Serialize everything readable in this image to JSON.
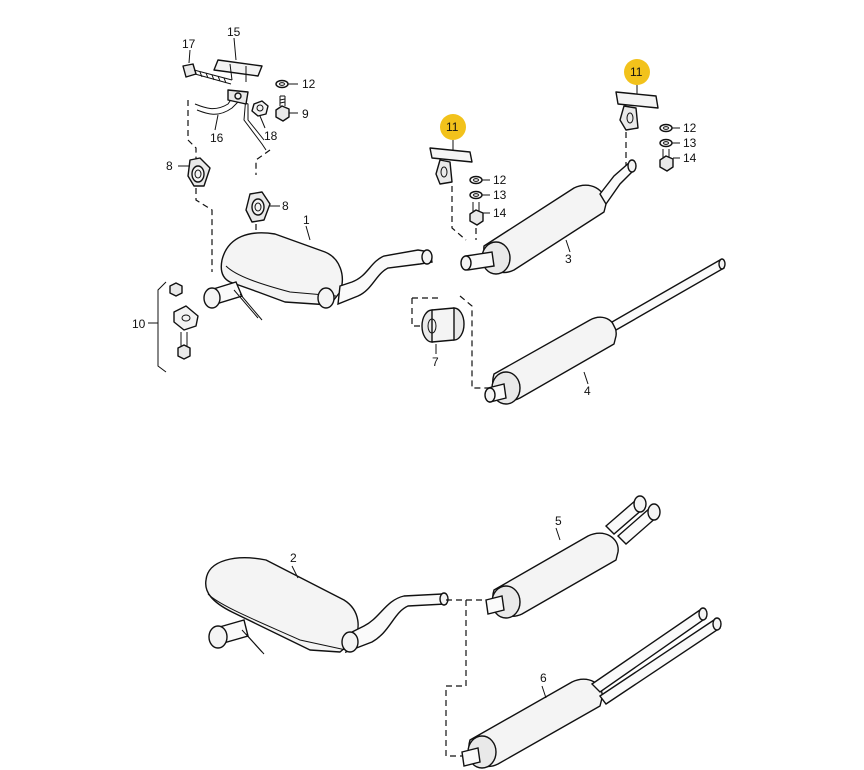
{
  "labels": {
    "p1": "1",
    "p2": "2",
    "p3": "3",
    "p4": "4",
    "p5": "5",
    "p6": "6",
    "p7": "7",
    "p8a": "8",
    "p8b": "8",
    "p9": "9",
    "p10": "10",
    "p11a": "11",
    "p11b": "11",
    "p12a": "12",
    "p12b": "12",
    "p12c": "12",
    "p13a": "13",
    "p13b": "13",
    "p14a": "14",
    "p14b": "14",
    "p15": "15",
    "p16": "16",
    "p17": "17",
    "p18": "18"
  },
  "colors": {
    "highlight": "#f2c21b",
    "line": "#111111",
    "background": "#ffffff"
  }
}
